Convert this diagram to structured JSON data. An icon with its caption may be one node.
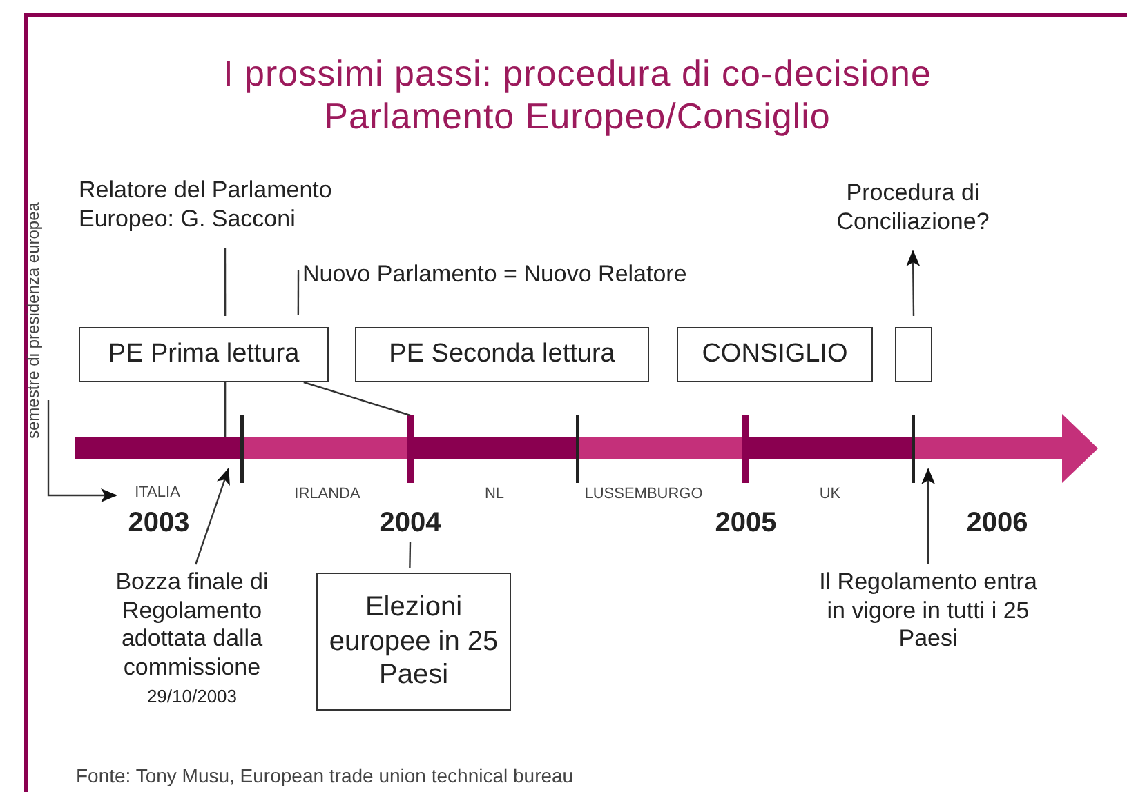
{
  "diagram": {
    "title": "I prossimi passi: procedura di co-decisione Parlamento Europeo/Consiglio",
    "nodes": [
      {
        "text": [
          "Relatore del Parlamento Europeo: G. Sacconi"
        ]
      },
      {
        "text": [
          "Nuovo Parlamento = Nuovo Relatore"
        ]
      },
      {
        "text": [
          "PE Prima lettura"
        ]
      },
      {
        "text": [
          "PE Seconda lettura"
        ]
      },
      {
        "text": [
          "CONSIGLIO"
        ]
      },
      {
        "text": [],
        "shape": "box"
      },
      {
        "text": [
          "Procedura di Conciliazione?"
        ]
      },
      {
        "text": [
          "semestre di presidenza europea"
        ]
      },
      {
        "text": [
          "ITALIA"
        ]
      },
      {
        "text": [],
        "shape": "bar"
      },
      {
        "text": [
          "2004"
        ]
      },
      {
        "text": [
          "Bozza finale di Regolamento adottata dalla commissione",
          "29/10/2003"
        ]
      },
      {
        "text": [
          "Elezioni europee in 25 Paesi"
        ]
      },
      {
        "text": [
          "Il Regolamento entra in vigore in tutti i 25 Paesi"
        ]
      }
    ],
    "edges": [
      {
        "from": 0,
        "to": 2,
        "arrow": "none"
      },
      {
        "from": 1,
        "to": 2,
        "arrow": "none"
      },
      {
        "from": 2,
        "to": 9,
        "arrow": "none"
      },
      {
        "from": 2,
        "to": 9,
        "arrow": "none"
      },
      {
        "from": 5,
        "to": 6,
        "arrow": "to"
      },
      {
        "from": 7,
        "to": 8,
        "arrow": "to"
      },
      {
        "from": 11,
        "to": 9,
        "arrow": "to"
      },
      {
        "from": 12,
        "to": 10,
        "arrow": "none"
      },
      {
        "from": 13,
        "to": 9,
        "arrow": "to"
      }
    ],
    "labels": [
      "IRLANDA",
      "NL",
      "LUSSEMBURGO",
      "UK",
      "2003",
      "2005",
      "2006",
      "Fonte: Tony Musu, European trade union technical bureau"
    ]
  }
}
